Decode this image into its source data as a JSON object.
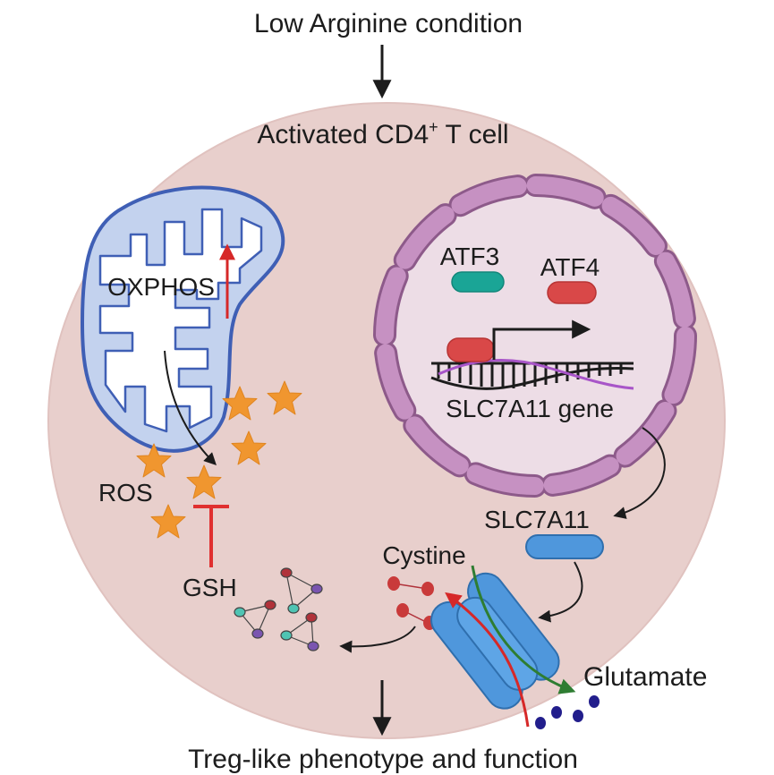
{
  "labels": {
    "top": "Low Arginine condition",
    "cell_main": "Activated CD4",
    "cell_sup": "+",
    "cell_tail": " T cell",
    "oxphos": "OXPHOS",
    "ros": "ROS",
    "gsh": "GSH",
    "atf3": "ATF3",
    "atf4": "ATF4",
    "gene": "SLC7A11 gene",
    "transporter": "SLC7A11",
    "cystine": "Cystine",
    "glutamate": "Glutamate",
    "bottom": "Treg-like phenotype and function"
  },
  "colors": {
    "cell_fill": "#e8cfcc",
    "nucleus_fill": "#eddde6",
    "envelope": "#c48ec0",
    "mito_fill": "#c3d2ee",
    "mito_stroke": "#3f5fb5",
    "star": "#f0962f",
    "atf3": "#1aa596",
    "atf4": "#d94848",
    "transporter": "#4f97dc",
    "red_arrow": "#e03030",
    "green_arrow": "#2e7d32",
    "glu_dot": "#221e8c"
  }
}
